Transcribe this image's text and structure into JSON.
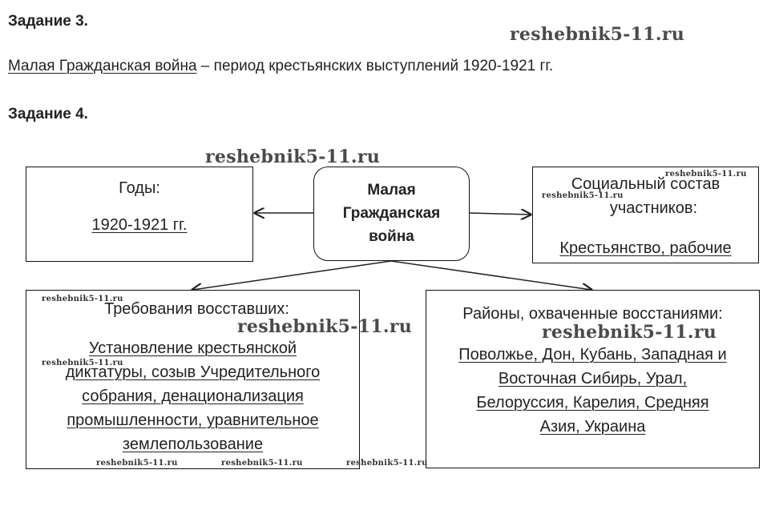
{
  "task3": {
    "heading": "Задание 3.",
    "term": "Малая Гражданская война",
    "definition": " – период крестьянских выступлений 1920-1921 гг."
  },
  "task4": {
    "heading": "Задание 4.",
    "center": {
      "line1": "Малая",
      "line2": "Гражданская",
      "line3": "война"
    },
    "years": {
      "label": "Годы:",
      "value": "1920-1921 гг."
    },
    "social": {
      "label_line1": "Социальный состав",
      "label_line2": "участников:",
      "value": "Крестьянство, рабочие"
    },
    "demands": {
      "label": "Требования восставших:",
      "lines": [
        "Установление крестьянской",
        "диктатуры, созыв Учредительного",
        "собрания, денационализация",
        "промышленности, уравнительное",
        "землепользование"
      ]
    },
    "regions": {
      "label": "Районы, охваченные восстаниями:",
      "lines": [
        "Поволжье, Дон, Кубань, Западная и",
        "Восточная Сибирь, Урал,",
        "Белоруссия, Карелия, Средняя",
        "Азия, Украина"
      ]
    }
  },
  "watermark": "reshebnik5-11.ru"
}
